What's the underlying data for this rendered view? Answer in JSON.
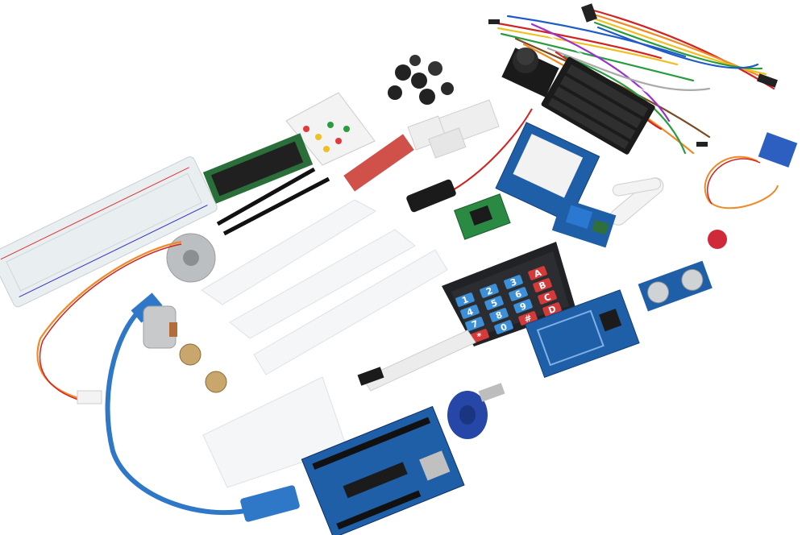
{
  "scene": {
    "background": "#ffffff",
    "colors": {
      "pcb_blue": "#1f5fa8",
      "pcb_dark": "#0f2f66",
      "breadboard": "#e9eef0",
      "cable_blue": "#2f78c8",
      "keypad_black": "#202226",
      "key_blue": "#3d8fd8",
      "key_red": "#d43a3a",
      "servo_blue": "#2c5fbf",
      "wire_red": "#d22323",
      "wire_orange": "#f08a24",
      "wire_brown": "#7b4a20",
      "rfid_tag_blue": "#2747a8"
    },
    "keypad_keys": [
      "1",
      "2",
      "3",
      "A",
      "4",
      "5",
      "6",
      "B",
      "7",
      "8",
      "9",
      "C",
      "*",
      "0",
      "#",
      "D"
    ],
    "keypad_key_colors": [
      "key_blue",
      "key_blue",
      "key_blue",
      "key_red",
      "key_blue",
      "key_blue",
      "key_blue",
      "key_red",
      "key_blue",
      "key_blue",
      "key_blue",
      "key_red",
      "key_red",
      "key_blue",
      "key_red",
      "key_red"
    ]
  }
}
